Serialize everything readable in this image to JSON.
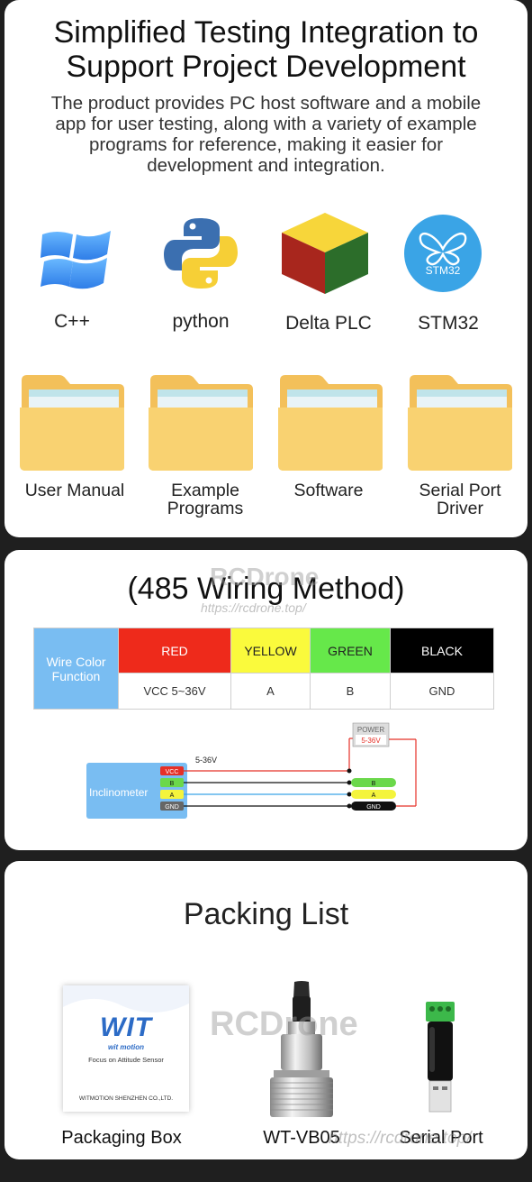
{
  "integration": {
    "title_line1": "Simplified Testing Integration to",
    "title_line2": "Support Project Development",
    "desc_line1": "The product provides PC host software and a mobile",
    "desc_line2": "app for user testing, along with a variety of example",
    "desc_line3": "programs for reference, making it easier for",
    "desc_line4": "development and integration.",
    "platforms": [
      {
        "label": "C++",
        "icon": "windows-logo-icon"
      },
      {
        "label": "python",
        "icon": "python-logo-icon"
      },
      {
        "label": "Delta PLC",
        "icon": "delta-plc-cube-icon"
      },
      {
        "label": "STM32",
        "icon": "stm32-butterfly-icon"
      }
    ],
    "stm32_badge_text": "STM32",
    "folders": [
      {
        "line1": "User Manual",
        "line2": ""
      },
      {
        "line1": "Example",
        "line2": "Programs"
      },
      {
        "line1": "Software",
        "line2": ""
      },
      {
        "line1": "Serial Port",
        "line2": "Driver"
      }
    ]
  },
  "wiring": {
    "title": "(485 Wiring Method)",
    "header_label_line1": "Wire Color",
    "header_label_line2": "Function",
    "columns": [
      {
        "color_name": "RED",
        "function": "VCC 5~36V",
        "bg": "#ee2a1b",
        "fg": "#ffffff"
      },
      {
        "color_name": "YELLOW",
        "function": "A",
        "bg": "#fafa3c",
        "fg": "#222222"
      },
      {
        "color_name": "GREEN",
        "function": "B",
        "bg": "#66e84a",
        "fg": "#222222"
      },
      {
        "color_name": "BLACK",
        "function": "GND",
        "bg": "#000000",
        "fg": "#ffffff"
      }
    ],
    "diagram": {
      "device_label": "Inclinometer",
      "pins": [
        "VCC",
        "B",
        "A",
        "GND"
      ],
      "voltage_label": "5-36V",
      "power_label": "POWER",
      "power_range": "5-36V",
      "right_pins": [
        "B",
        "A",
        "GND"
      ]
    }
  },
  "packing": {
    "title": "Packing List",
    "items": [
      {
        "label": "Packaging Box"
      },
      {
        "label": "WT-VB05"
      },
      {
        "label": "Serial Port"
      }
    ],
    "box_brand": "WIT",
    "box_brand_sub": "wit motion",
    "box_tagline": "Focus on Attitude Sensor",
    "box_company": "WITMOTION SHENZHEN CO.,LTD."
  },
  "watermark": {
    "brand": "RCDrone",
    "url": "https://rcdrone.top/"
  },
  "colors": {
    "folder_body": "#f9d271",
    "folder_back": "#f3c05a",
    "stm32_blue": "#3aa4e6",
    "wire_header_blue": "#79bdf2"
  }
}
